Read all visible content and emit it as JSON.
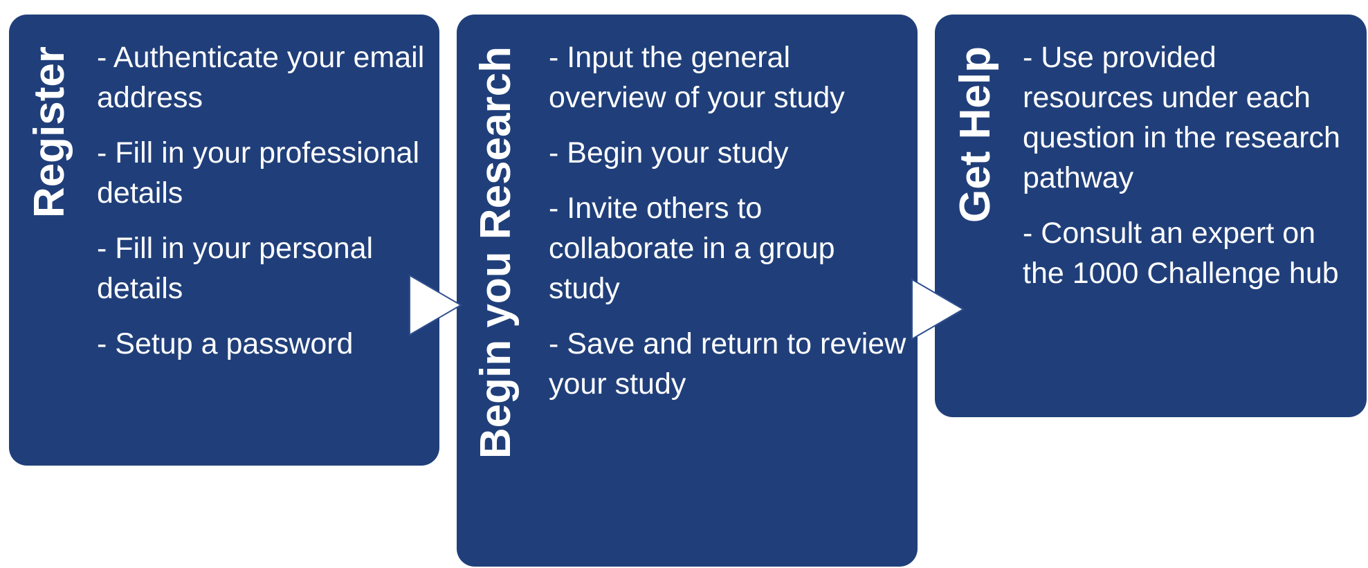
{
  "steps": [
    {
      "title": "Register",
      "items": [
        "- Authenticate your email address",
        "- Fill in your professional details",
        "- Fill in your personal details",
        "- Setup a password"
      ]
    },
    {
      "title": "Begin you Research",
      "items": [
        "- Input the general overview  of your study",
        "- Begin your study",
        "- Invite others to collaborate in a group study",
        "- Save and return to review your study"
      ]
    },
    {
      "title": "Get Help",
      "items": [
        "- Use provided resources under each question in the research pathway",
        "- Consult an expert on the 1000 Challenge hub"
      ]
    }
  ],
  "colors": {
    "card": "#203f7a",
    "text": "#ffffff",
    "arrow_fill": "#ffffff",
    "arrow_stroke": "#2f4f8f"
  }
}
